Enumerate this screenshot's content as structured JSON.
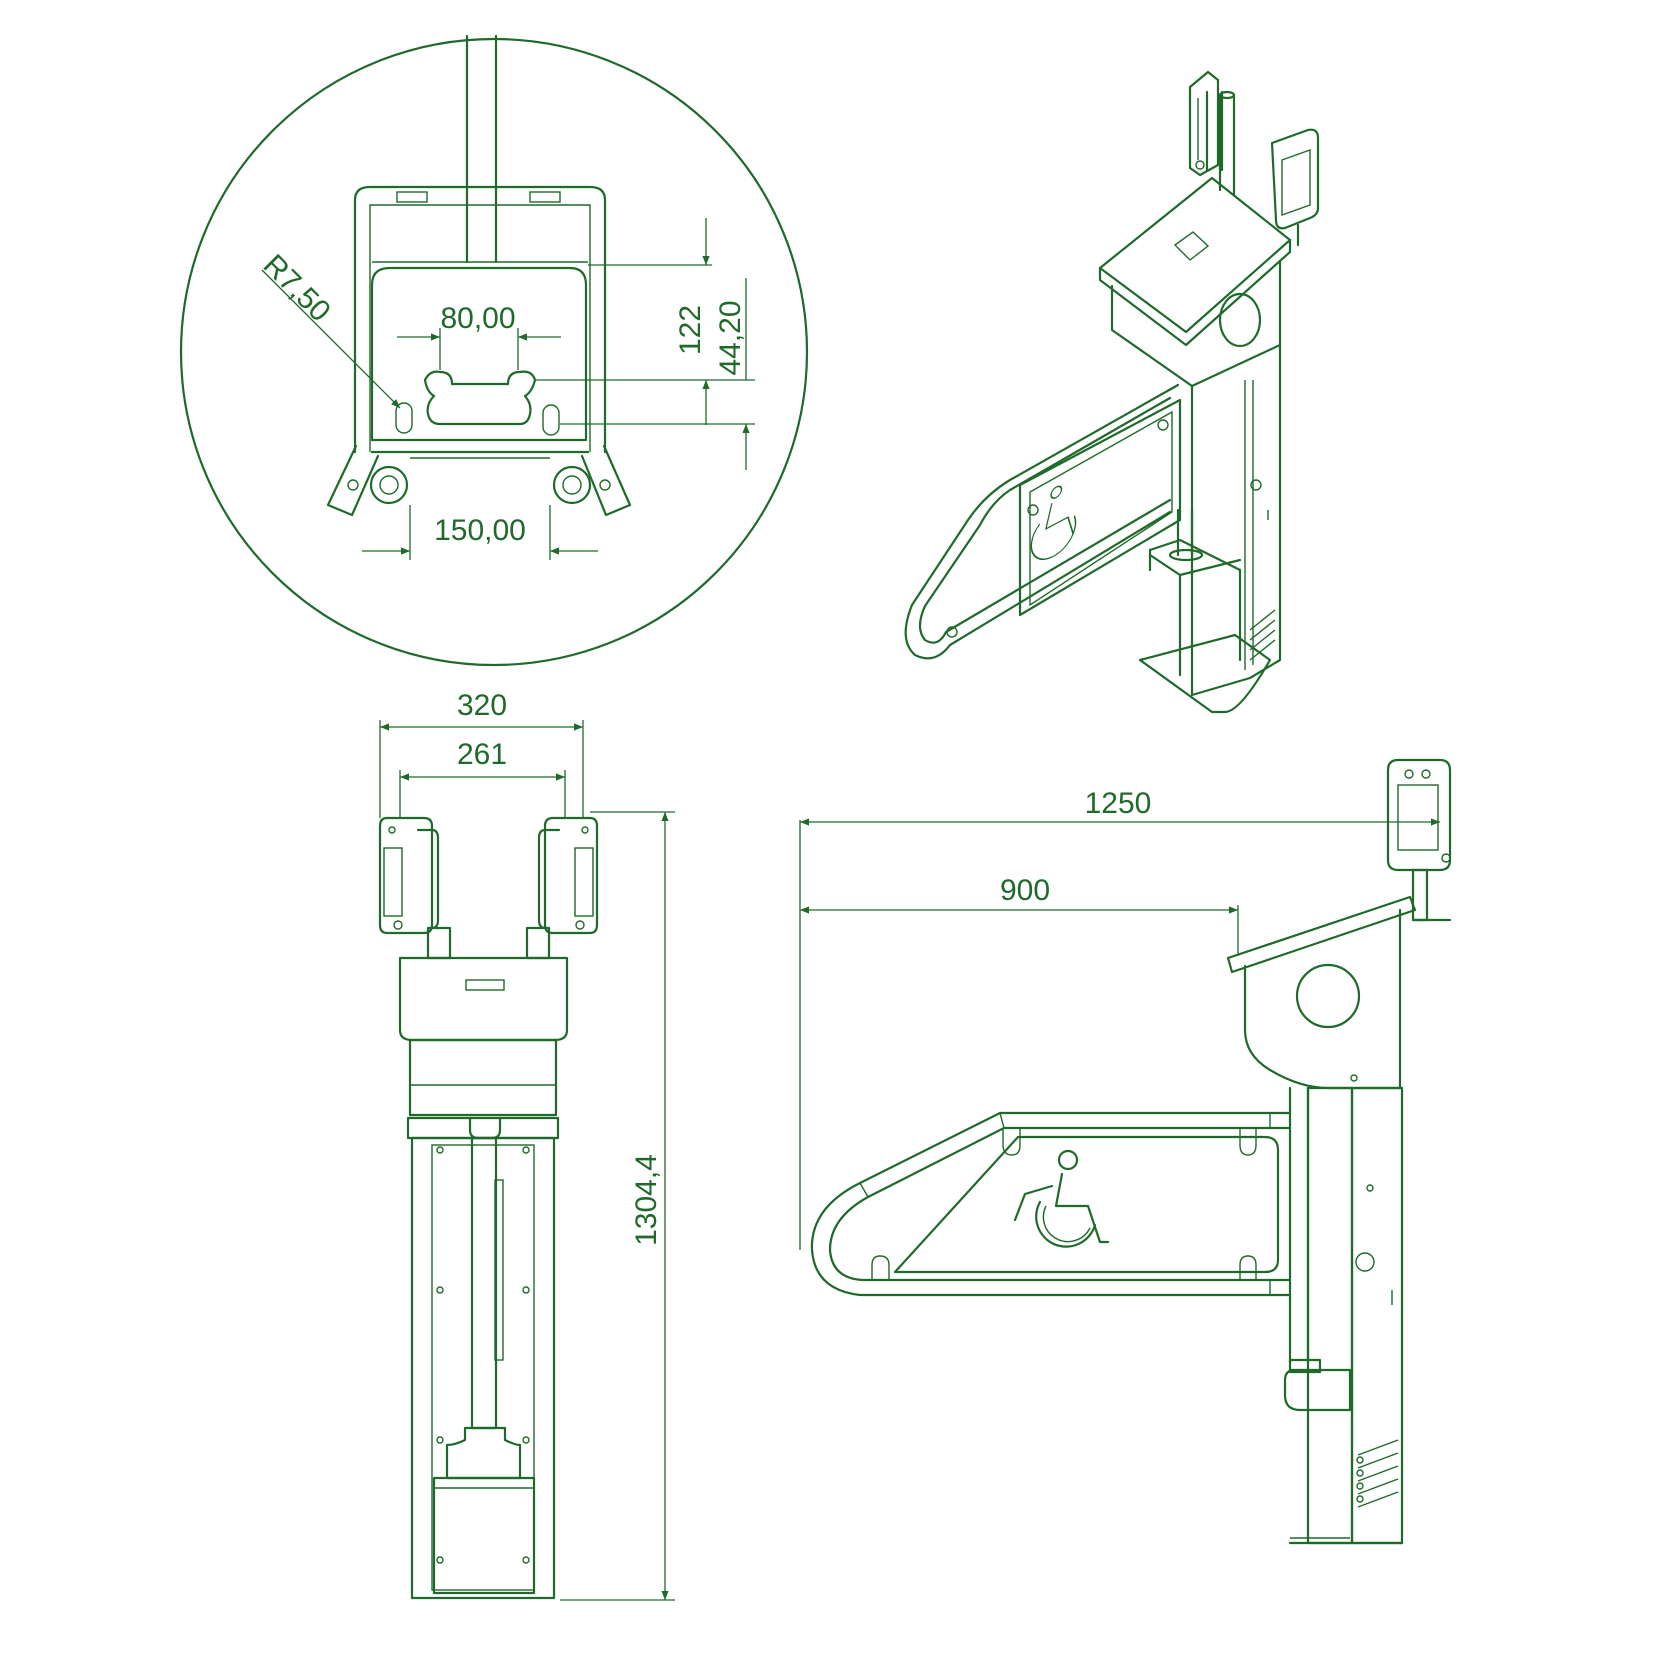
{
  "colors": {
    "stroke": "#1f6a2a",
    "background": "#ffffff"
  },
  "detail_view": {
    "radius": "R7,50",
    "slot_spacing": "80,00",
    "post_spacing": "150,00",
    "height_a": "122",
    "height_b": "44,20"
  },
  "front_view": {
    "outer_width": "320",
    "inner_width": "261",
    "total_height": "1304,4"
  },
  "side_view": {
    "total_length": "1250",
    "arm_length": "900"
  },
  "icons": [
    "wheelchair-icon",
    "face-scanner-icon"
  ]
}
